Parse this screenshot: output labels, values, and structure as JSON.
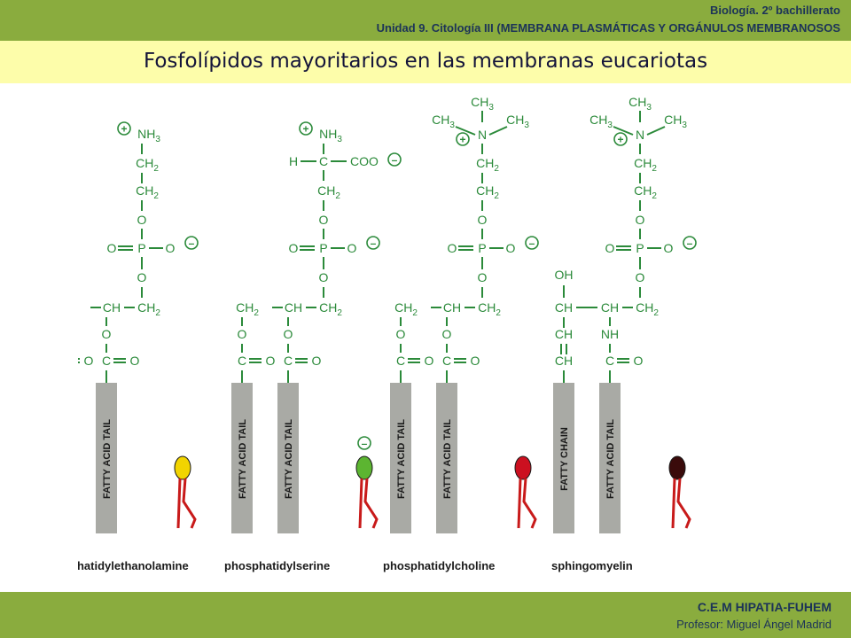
{
  "header": {
    "course": "Biología. 2º bachillerato",
    "unit": "Unidad 9. Citología III (MEMBRANA PLASMÁTICAS Y ORGÁNULOS MEMBRANOSOS"
  },
  "slide": {
    "title": "Fosfolípidos mayoritarios en las membranas eucariotas"
  },
  "figure": {
    "molecules": [
      {
        "name": "phosphatidylethanolamine",
        "head_group": [
          "NH3",
          "CH2",
          "CH2",
          "O"
        ],
        "tails": [
          "FATTY ACID TAIL",
          "FATTY ACID TAIL"
        ],
        "head_color": "#f2d400"
      },
      {
        "name": "phosphatidylserine",
        "head_group": [
          "NH3",
          "C",
          "H",
          "COO",
          "CH2",
          "O"
        ],
        "tails": [
          "FATTY ACID TAIL",
          "FATTY ACID TAIL"
        ],
        "head_color": "#5cb531"
      },
      {
        "name": "phosphatidylcholine",
        "head_group": [
          "CH3",
          "CH3",
          "CH3",
          "N",
          "CH2",
          "CH2",
          "O"
        ],
        "tails": [
          "FATTY ACID TAIL",
          "FATTY ACID TAIL"
        ],
        "head_color": "#cc1020"
      },
      {
        "name": "sphingomyelin",
        "head_group": [
          "CH3",
          "CH3",
          "CH3",
          "N",
          "CH2",
          "CH2",
          "O"
        ],
        "backbone_extra": [
          "OH",
          "CH",
          "CH",
          "CH",
          "NH"
        ],
        "tails": [
          "FATTY CHAIN",
          "FATTY ACID TAIL"
        ],
        "head_color": "#3a0b0b"
      }
    ],
    "common_labels": {
      "phosphate_p": "P",
      "oxygen": "O",
      "ch2": "CH2",
      "ch": "CH",
      "carbonyl_c": "C"
    }
  },
  "footer": {
    "school": "C.E.M HIPATIA-FUHEM",
    "teacher": "Profesor: Miguel Ángel Madrid"
  },
  "colors": {
    "bar_green": "#8aac3e",
    "title_band": "#fdfdaa",
    "chemistry_green": "#2b8a3a",
    "tail_gray": "#a9aaa5",
    "tail_legs": "#c81a1a"
  }
}
